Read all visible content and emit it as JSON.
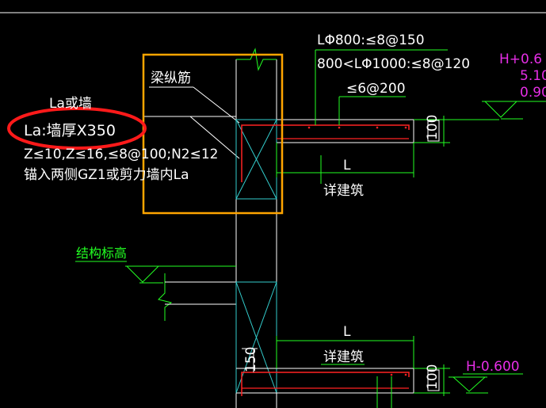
{
  "drawing": {
    "beam_note": {
      "line1": "LΦ800:≤8@150",
      "line2": "800<LΦ1000:≤8@120",
      "line3": "≤6@200"
    },
    "elevation_top": {
      "label": "H+0.6",
      "value1": "5.10",
      "value2": "0.90"
    },
    "la_note": {
      "title": "La或墙",
      "highlighted": "La:墙厚X350",
      "line3": "Z≤10,Z≤16,≤8@100;N2≤12",
      "line4": "锚入两侧GZ1或剪力墙内La"
    },
    "beam_bar_label": "梁纵筋",
    "struct_elev_label": "结构标高",
    "dim_100_top": "100",
    "dim_100_bottom": "100",
    "dim_L_top": "L",
    "dim_L_bottom": "L",
    "detail_top": "详建筑",
    "detail_bottom": "详建筑",
    "dim_150": "150",
    "elevation_bottom": "H-0.600"
  },
  "colors": {
    "background": "#000000",
    "line_white": "#ffffff",
    "line_green": "#22ff22",
    "line_cyan": "#33cccc",
    "rebar_red": "#ff2222",
    "highlight_orange": "#ffa500",
    "annotation_red": "#ff1a1a",
    "magenta": "#e62ee6"
  }
}
